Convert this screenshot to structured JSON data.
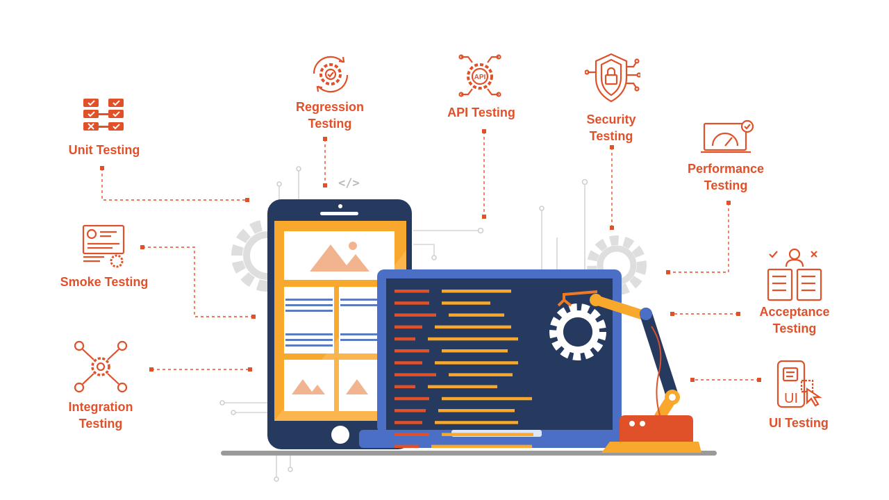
{
  "labels": {
    "unit": [
      "Unit Testing"
    ],
    "regression": [
      "Regression",
      "Testing"
    ],
    "api": [
      "API Testing"
    ],
    "security": [
      "Security",
      "Testing"
    ],
    "performance": [
      "Performance",
      "Testing"
    ],
    "smoke": [
      "Smoke Testing"
    ],
    "acceptance": [
      "Acceptance",
      "Testing"
    ],
    "integration": [
      "Integration",
      "Testing"
    ],
    "ui": [
      "UI Testing"
    ]
  },
  "icons": {
    "unit": "checklist-grid-icon",
    "regression": "cycle-gear-icon",
    "api": "api-chip-icon",
    "security": "shield-lock-icon",
    "performance": "laptop-speedometer-icon",
    "smoke": "dashboard-board-icon",
    "acceptance": "user-checklist-icon",
    "integration": "network-gear-icon",
    "ui": "phone-cursor-icon"
  },
  "code_tag": "</>",
  "ui_icon_text": "UI",
  "api_icon_text": "API",
  "colors": {
    "accent": "#e0512a",
    "navy": "#253a5e",
    "blue": "#4a6fc5",
    "yellow": "#f7a82d",
    "peach": "#f2b48f",
    "gray": "#dcdcdc"
  }
}
